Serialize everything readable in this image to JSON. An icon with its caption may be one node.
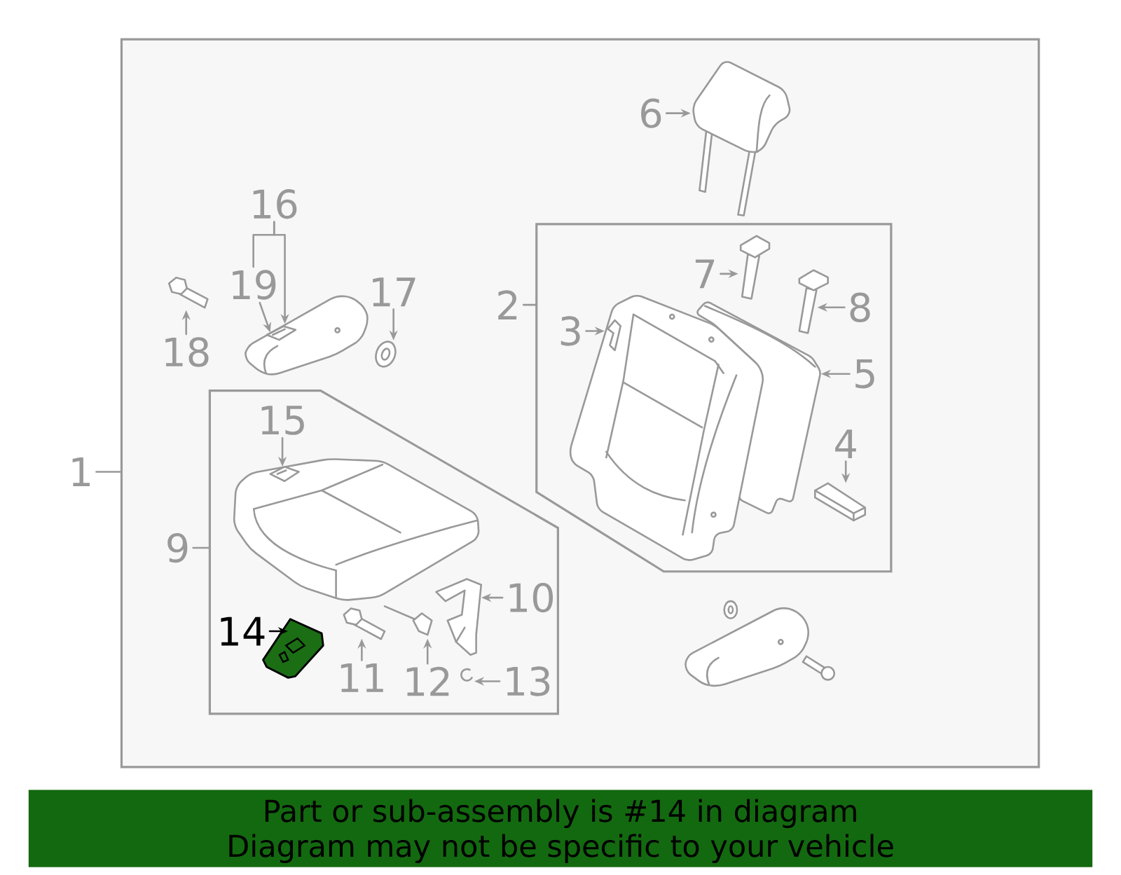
{
  "diagram": {
    "nodes": [
      {
        "text": [],
        "shape": "box"
      },
      {
        "text": [
          "1"
        ]
      },
      {
        "text": [],
        "shape": "box",
        "in": 0
      },
      {
        "text": [
          "2"
        ],
        "in": 0
      },
      {
        "text": [],
        "shape": "box",
        "in": 0
      },
      {
        "text": [
          "9"
        ],
        "in": 0
      },
      {
        "text": [],
        "shape": "picture",
        "in": 0
      },
      {
        "text": [
          "6"
        ],
        "in": 0
      },
      {
        "text": [],
        "shape": "picture",
        "in": 2
      },
      {
        "text": [
          "7"
        ],
        "in": 2
      },
      {
        "text": [],
        "shape": "picture",
        "in": 2
      },
      {
        "text": [
          "8"
        ],
        "in": 2
      },
      {
        "text": [],
        "shape": "picture",
        "in": 2
      },
      {
        "text": [
          "3"
        ],
        "in": 2
      },
      {
        "text": [],
        "shape": "picture",
        "in": 2
      },
      {
        "text": [
          "5"
        ],
        "in": 2
      },
      {
        "text": [],
        "shape": "picture",
        "in": 2
      },
      {
        "text": [
          "4"
        ],
        "in": 2
      },
      {
        "text": [],
        "shape": "picture",
        "in": 0
      },
      {
        "text": [
          "16"
        ],
        "in": 0
      },
      {
        "text": [
          "19"
        ],
        "in": 0
      },
      {
        "text": [],
        "shape": "picture",
        "in": 0
      },
      {
        "text": [
          "17"
        ],
        "in": 0
      },
      {
        "text": [],
        "shape": "picture",
        "in": 0
      },
      {
        "text": [
          "18"
        ],
        "in": 0
      },
      {
        "text": [],
        "shape": "picture",
        "in": 4
      },
      {
        "text": [
          "15"
        ],
        "in": 4
      },
      {
        "text": [],
        "shape": "picture",
        "in": 4
      },
      {
        "text": [
          "10"
        ],
        "in": 4
      },
      {
        "text": [],
        "shape": "picture",
        "in": 4
      },
      {
        "text": [
          "11"
        ],
        "in": 4
      },
      {
        "text": [],
        "shape": "picture",
        "in": 4
      },
      {
        "text": [
          "12"
        ],
        "in": 4
      },
      {
        "text": [],
        "shape": "picture",
        "in": 4
      },
      {
        "text": [
          "13"
        ],
        "in": 4
      },
      {
        "text": [],
        "shape": "picture",
        "in": 4
      },
      {
        "text": [
          "14"
        ],
        "in": 4
      }
    ],
    "edges": [
      {
        "from": 1,
        "to": 0,
        "arrow": "none"
      },
      {
        "from": 3,
        "to": 2,
        "arrow": "none"
      },
      {
        "from": 5,
        "to": 4,
        "arrow": "none"
      },
      {
        "from": 7,
        "to": 6,
        "arrow": "to"
      },
      {
        "from": 9,
        "to": 8,
        "arrow": "to"
      },
      {
        "from": 11,
        "to": 10,
        "arrow": "to"
      },
      {
        "from": 13,
        "to": 12,
        "arrow": "to"
      },
      {
        "from": 15,
        "to": 14,
        "arrow": "to"
      },
      {
        "from": 17,
        "to": 16,
        "arrow": "to"
      },
      {
        "from": 19,
        "to": 18,
        "arrow": "to"
      },
      {
        "from": 19,
        "to": 20,
        "arrow": "none"
      },
      {
        "from": 20,
        "to": 18,
        "arrow": "to"
      },
      {
        "from": 22,
        "to": 21,
        "arrow": "to"
      },
      {
        "from": 24,
        "to": 23,
        "arrow": "to"
      },
      {
        "from": 26,
        "to": 25,
        "arrow": "to"
      },
      {
        "from": 28,
        "to": 27,
        "arrow": "to"
      },
      {
        "from": 30,
        "to": 29,
        "arrow": "to"
      },
      {
        "from": 32,
        "to": 31,
        "arrow": "to"
      },
      {
        "from": 34,
        "to": 33,
        "arrow": "to"
      },
      {
        "from": 36,
        "to": 35,
        "arrow": "to",
        "color": "#000000"
      }
    ],
    "labels": [
      "Part or sub-assembly is #14 in diagram",
      "Diagram may not be specific to your vehicle"
    ]
  }
}
